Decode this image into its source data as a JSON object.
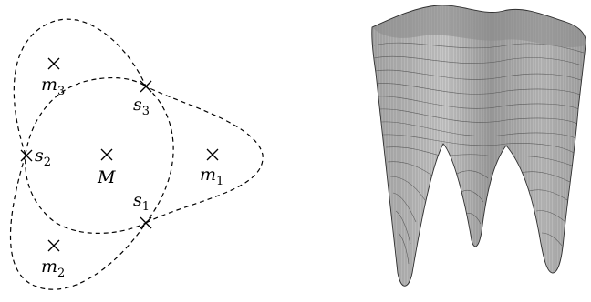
{
  "left_diagram": {
    "points": [
      {
        "id": "m3",
        "label": "m",
        "sub": "3"
      },
      {
        "id": "s3",
        "label": "s",
        "sub": "3"
      },
      {
        "id": "s2",
        "label": "s",
        "sub": "2"
      },
      {
        "id": "M",
        "label": "M",
        "sub": ""
      },
      {
        "id": "m1",
        "label": "m",
        "sub": "1"
      },
      {
        "id": "s1",
        "label": "s",
        "sub": "1"
      },
      {
        "id": "m2",
        "label": "m",
        "sub": "2"
      }
    ]
  },
  "right_figure": {
    "type": "3d-surface",
    "wells": 3,
    "fill_color": "#b8b8b8",
    "line_color": "#3a3a3a"
  }
}
